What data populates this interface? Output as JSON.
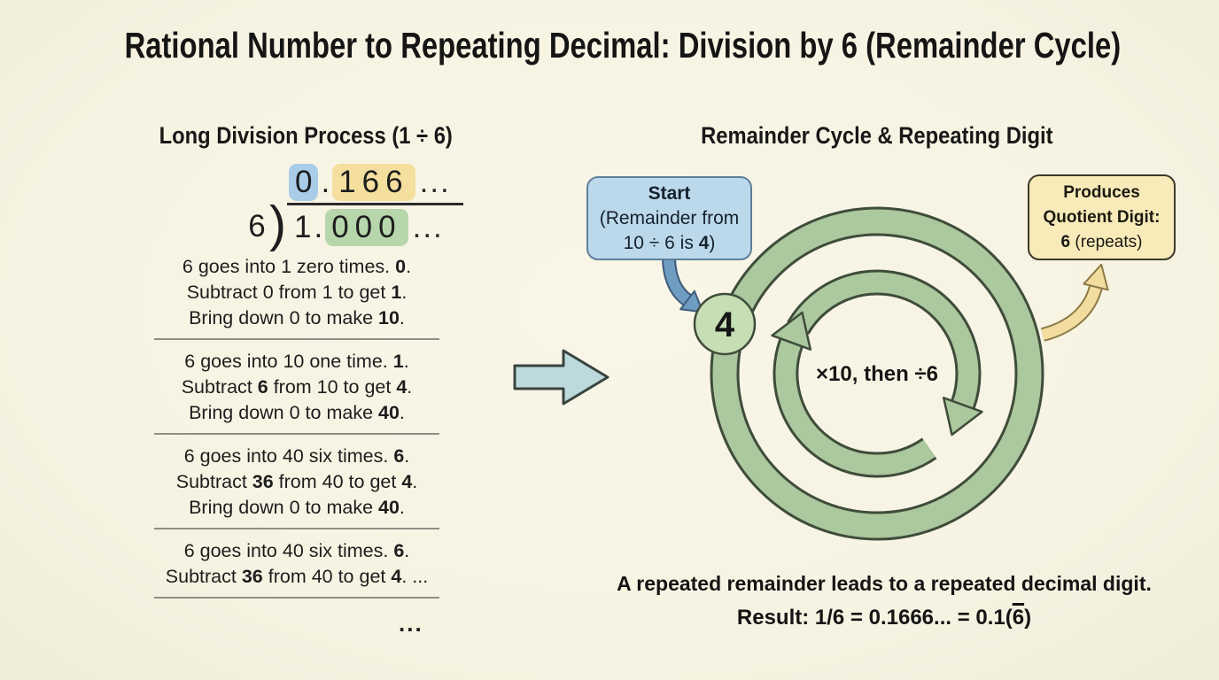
{
  "title": "Rational Number to Repeating Decimal: Division by 6 (Remainder Cycle)",
  "left": {
    "heading": "Long Division Process (1 ÷ 6)",
    "division": {
      "quotient_integer": "0",
      "point": ".",
      "quotient_repeating": "166",
      "ellipsis": "...",
      "divisor": "6",
      "bracket": ")",
      "dividend_integer": "1",
      "dividend_zeros": "000"
    },
    "steps": [
      {
        "lines": [
          [
            {
              "t": "6 goes into 1 zero times. "
            },
            {
              "t": "0",
              "s": "b"
            },
            {
              "t": "."
            }
          ],
          [
            {
              "t": "Subtract 0 from 1 to get "
            },
            {
              "t": "1",
              "s": "b"
            },
            {
              "t": "."
            }
          ],
          [
            {
              "t": "Bring down 0 to make "
            },
            {
              "t": "10",
              "s": "b"
            },
            {
              "t": "."
            }
          ]
        ]
      },
      {
        "lines": [
          [
            {
              "t": "6 goes into 10 one time. "
            },
            {
              "t": "1",
              "s": "b"
            },
            {
              "t": "."
            }
          ],
          [
            {
              "t": "Subtract "
            },
            {
              "t": "6",
              "s": "b"
            },
            {
              "t": " from 10 to get "
            },
            {
              "t": "4",
              "s": "b"
            },
            {
              "t": "."
            }
          ],
          [
            {
              "t": "Bring down 0 to make "
            },
            {
              "t": "40",
              "s": "b"
            },
            {
              "t": "."
            }
          ]
        ]
      },
      {
        "lines": [
          [
            {
              "t": "6 goes into 40 six times. "
            },
            {
              "t": "6",
              "s": "b"
            },
            {
              "t": "."
            }
          ],
          [
            {
              "t": "Subtract "
            },
            {
              "t": "36",
              "s": "b"
            },
            {
              "t": " from 40 to get "
            },
            {
              "t": "4",
              "s": "b"
            },
            {
              "t": "."
            }
          ],
          [
            {
              "t": "Bring down 0 to make "
            },
            {
              "t": "40",
              "s": "b"
            },
            {
              "t": "."
            }
          ]
        ]
      },
      {
        "lines": [
          [
            {
              "t": "6 goes into 40 six times. "
            },
            {
              "t": "6",
              "s": "b"
            },
            {
              "t": "."
            }
          ],
          [
            {
              "t": "Subtract "
            },
            {
              "t": "36",
              "s": "b"
            },
            {
              "t": " from 40 to get "
            },
            {
              "t": "4",
              "s": "b"
            },
            {
              "t": ". ..."
            }
          ]
        ]
      }
    ],
    "footer_ellipsis": "..."
  },
  "right": {
    "heading": "Remainder Cycle & Repeating Digit",
    "start_box": {
      "line1": [
        {
          "t": "Start",
          "s": "b"
        }
      ],
      "line2": [
        {
          "t": "(Remainder from"
        }
      ],
      "line3": [
        {
          "t": "10 ÷ 6 is "
        },
        {
          "t": "4",
          "s": "b"
        },
        {
          "t": ")"
        }
      ]
    },
    "produces_box": {
      "line1": [
        {
          "t": "Produces",
          "s": "b"
        }
      ],
      "line2": [
        {
          "t": "Quotient Digit:",
          "s": "b"
        }
      ],
      "line3": [
        {
          "t": "6",
          "s": "b"
        },
        {
          "t": " (repeats)"
        }
      ]
    },
    "node_value": "4",
    "cycle_label": "×10, then ÷6",
    "conclusion_line1": "A repeated remainder leads to a repeated decimal digit.",
    "conclusion_line2": [
      {
        "t": "Result: 1/6 = 0.1666... = 0.1(",
        "s": "b"
      },
      {
        "t": "6",
        "s": "bo"
      },
      {
        "t": ")",
        "s": "b"
      }
    ]
  },
  "icons": {
    "flow_arrow": "right-block-arrow",
    "start_arrow": "curved-arrow-down-right",
    "produces_arrow": "curved-arrow-up",
    "cycle_arrows": "circular-cycle-arrows",
    "outer_ring": "cycle-ring"
  },
  "colors": {
    "background": "#f8f5e4",
    "ink": "#1c1c1c",
    "highlight-blue": "#a9cde8",
    "highlight-yellow": "#f4df9e",
    "highlight-green": "#b8d6ab",
    "ring-green": "#abc89e",
    "ring-outline": "#3f4c3a",
    "node-green": "#c6deb4",
    "block-arrow-blue": "#bcd9dc",
    "box-blue": "#bcd9ec",
    "box-blue-border": "#5f8099",
    "box-yellow": "#f8eab9",
    "box-yellow-border": "#3c3a2b",
    "arrow-steel-blue": "#6f9dc2",
    "arrow-steel-outline": "#3e5a7a",
    "arrow-yellow": "#f2dd9f",
    "arrow-yellow-outline": "#8c7b48",
    "divider-gray": "#8f8f85"
  }
}
